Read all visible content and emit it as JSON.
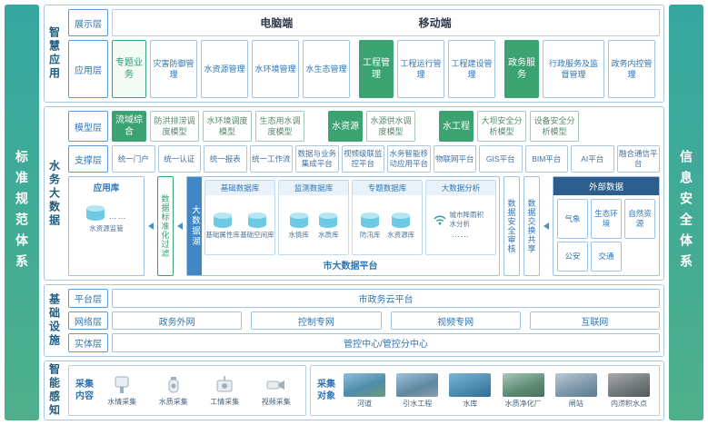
{
  "sidebar_left": "标准规范体系",
  "sidebar_right": "信息安全体系",
  "app": {
    "label": "智慧应用",
    "display": {
      "label": "展示层",
      "pc": "电脑端",
      "mobile": "移动端"
    },
    "application": {
      "label": "应用层",
      "groups": [
        {
          "tag": "专题业务",
          "items": [
            "灾害防御管理",
            "水资源管理",
            "水环境管理",
            "水生态管理"
          ]
        },
        {
          "tag": "工程管理",
          "items": [
            "工程运行管理",
            "工程建设管理"
          ]
        },
        {
          "tag": "政务服务",
          "items": [
            "行政服务及监督管理",
            "政务内控管理"
          ]
        }
      ]
    }
  },
  "bigdata": {
    "label": "水务大数据",
    "model": {
      "label": "模型层",
      "groups": [
        {
          "tag": "流域综合",
          "items": [
            "防洪排涝调度模型",
            "水环境调度模型",
            "生态用水调度模型"
          ]
        },
        {
          "tag": "水资源",
          "items": [
            "水源供水调度模型"
          ]
        },
        {
          "tag": "水工程",
          "items": [
            "大坝安全分析模型",
            "设备安全分析模型"
          ]
        }
      ]
    },
    "support": {
      "label": "支撑层",
      "items": [
        "统一门户",
        "统一认证",
        "统一报表",
        "统一工作流",
        "数据与业务集成平台",
        "视频级联监控平台",
        "水务智能移动应用平台",
        "物联网平台",
        "GIS平台",
        "BIM平台",
        "AI平台",
        "融合通信平台"
      ]
    },
    "platform": {
      "app_store": {
        "title": "应用库",
        "db": "水资源监管",
        "dots": "……"
      },
      "filter": "数据标准化过滤",
      "lake_tab": "大数据湖",
      "stores": [
        {
          "title": "基础数据库",
          "dbs": [
            "基础属性库",
            "基础空间库"
          ]
        },
        {
          "title": "监测数据库",
          "dbs": [
            "水情库",
            "水质库"
          ]
        },
        {
          "title": "专题数据库",
          "dbs": [
            "防汛库",
            "水资源库"
          ]
        }
      ],
      "analysis": {
        "title": "大数据分析",
        "item": "城市降雨积水分析",
        "dots": "……"
      },
      "footer": "市大数据平台",
      "audit": "数据安全审核",
      "share": "数据交换共享",
      "external": {
        "title": "外部数据",
        "items": [
          "气象",
          "生态环境",
          "自然资源",
          "公安",
          "交通"
        ]
      }
    }
  },
  "infra": {
    "label": "基础设施",
    "rows": [
      {
        "label": "平台层",
        "items": [
          "市政务云平台"
        ]
      },
      {
        "label": "网络层",
        "items": [
          "政务外网",
          "控制专网",
          "视频专网",
          "互联网"
        ]
      },
      {
        "label": "实体层",
        "items": [
          "管控中心/管控分中心"
        ]
      }
    ]
  },
  "sense": {
    "label": "智能感知",
    "content": {
      "label": "采集内容",
      "items": [
        "水情采集",
        "水质采集",
        "工情采集",
        "视频采集"
      ]
    },
    "objects": {
      "label": "采集对象",
      "items": [
        "河道",
        "引水工程",
        "水库",
        "水质净化厂",
        "闸站",
        "内涝积水点"
      ]
    }
  }
}
